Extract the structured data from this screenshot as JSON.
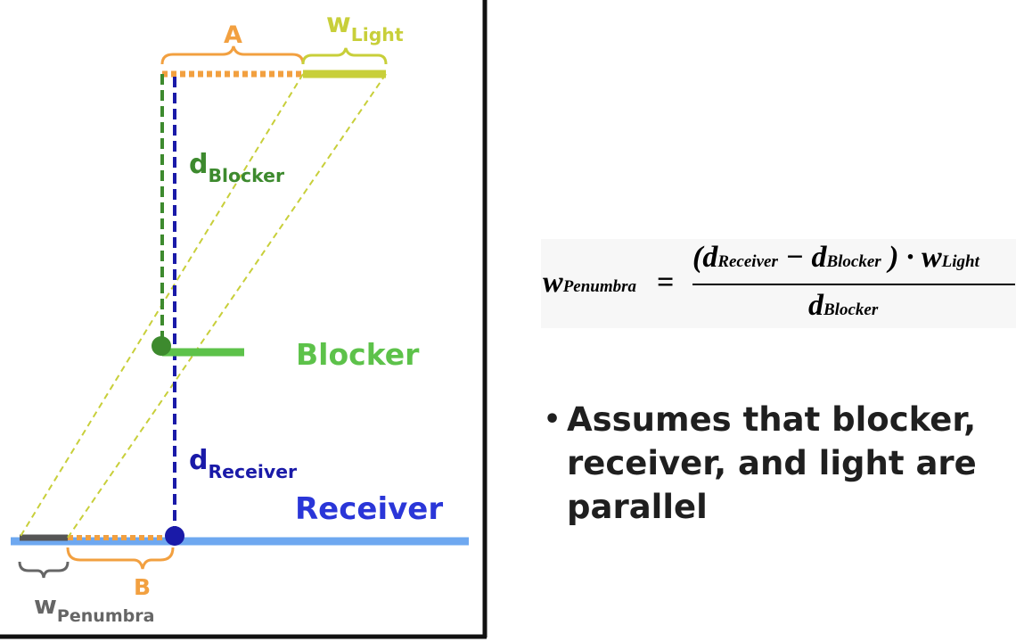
{
  "diagram": {
    "label_a": "A",
    "label_b": "B",
    "label_w": "w",
    "label_w_light_sub": "Light",
    "label_w_penumbra_sub": "Penumbra",
    "label_d": "d",
    "label_d_blocker_sub": "Blocker",
    "label_d_receiver_sub": "Receiver",
    "label_blocker": "Blocker",
    "label_receiver": "Receiver",
    "colors": {
      "orange": "#f2a040",
      "light_yellow": "#c8cf3a",
      "green": "#3d8a2e",
      "bright_green": "#5dc24a",
      "blue": "#1a1aa8",
      "receiver_line": "#6ea8f0",
      "receiver_text": "#2a36d8",
      "dark_gray": "#555555",
      "frame": "#111111"
    }
  },
  "formula": {
    "lhs_var": "w",
    "lhs_sub": "Penumbra",
    "equals": "=",
    "num_open": "(d",
    "num_sub1": "Receiver",
    "num_minus": " − d",
    "num_sub2": "Blocker",
    "num_close": " ) · w",
    "num_sub3": "Light",
    "den_var": "d",
    "den_sub": "Blocker"
  },
  "bullet": {
    "marker": "•",
    "text": "Assumes that blocker, receiver, and light are parallel"
  }
}
